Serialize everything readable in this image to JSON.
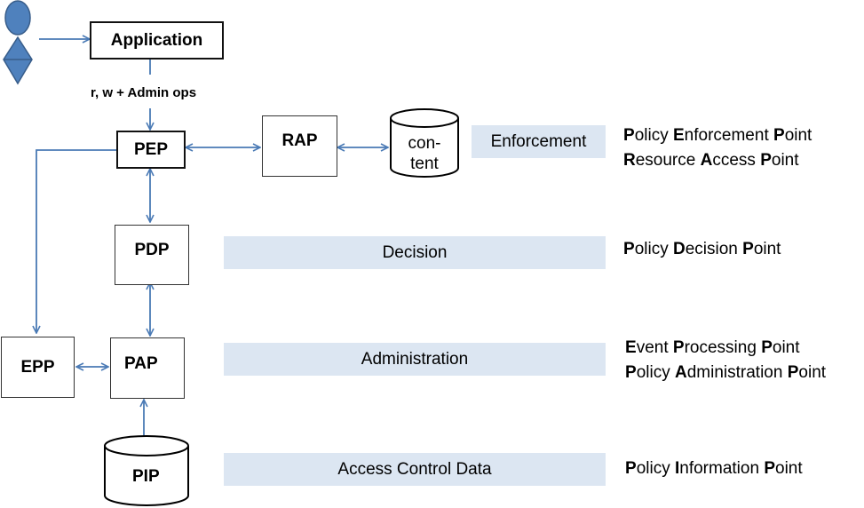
{
  "nodes": {
    "application": "Application",
    "pep": "PEP",
    "rap": "RAP",
    "content_line1": "con-",
    "content_line2": "tent",
    "pdp": "PDP",
    "epp": "EPP",
    "pap": "PAP",
    "pip": "PIP"
  },
  "flow_label": "r, w + Admin ops",
  "bands": {
    "enforcement": "Enforcement",
    "decision": "Decision",
    "administration": "Administration",
    "access_control_data": "Access Control Data"
  },
  "legend": [
    [
      [
        "P",
        "olicy "
      ],
      [
        "E",
        "nforcement "
      ],
      [
        "P",
        "oint"
      ]
    ],
    [
      [
        "R",
        "esource "
      ],
      [
        "A",
        "ccess "
      ],
      [
        "P",
        "oint"
      ]
    ],
    [
      [
        "P",
        "olicy "
      ],
      [
        "D",
        "ecision "
      ],
      [
        "P",
        "oint"
      ]
    ],
    [
      [
        "E",
        "vent "
      ],
      [
        "P",
        "rocessing "
      ],
      [
        "P",
        "oint"
      ]
    ],
    [
      [
        "P",
        "olicy "
      ],
      [
        "A",
        "dministration "
      ],
      [
        "P",
        "oint"
      ]
    ],
    [
      [
        "P",
        "olicy "
      ],
      [
        "I",
        "nformation "
      ],
      [
        "P",
        "oint"
      ]
    ]
  ],
  "colors": {
    "arrow": "#4a7ab5",
    "band": "#dce6f2",
    "user": "#4f81bd"
  },
  "icons": {
    "user": "user-icon"
  }
}
